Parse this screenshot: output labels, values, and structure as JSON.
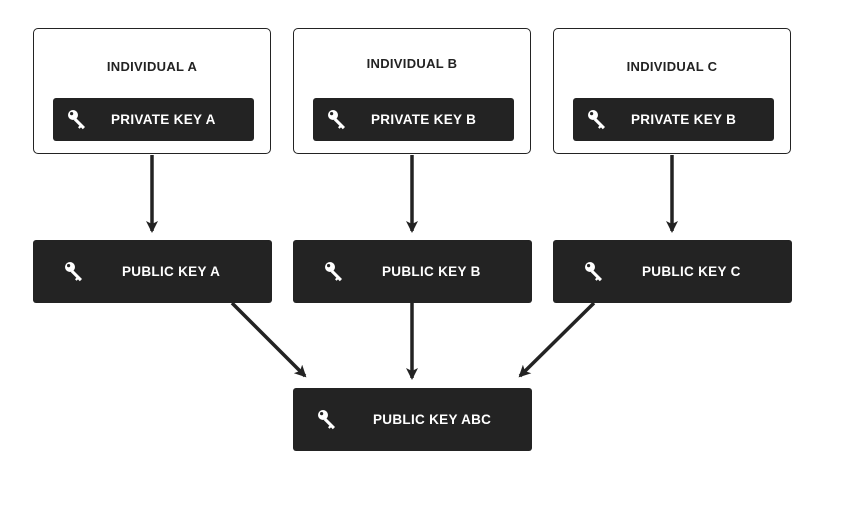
{
  "individuals": [
    {
      "title": "INDIVIDUAL A",
      "private_key": "PRIVATE KEY A"
    },
    {
      "title": "INDIVIDUAL B",
      "private_key": "PRIVATE KEY B"
    },
    {
      "title": "INDIVIDUAL C",
      "private_key": "PRIVATE KEY B"
    }
  ],
  "public_keys": [
    {
      "label": "PUBLIC KEY A"
    },
    {
      "label": "PUBLIC KEY B"
    },
    {
      "label": "PUBLIC KEY C"
    }
  ],
  "combined_key": {
    "label": "PUBLIC KEY ABC"
  },
  "icons": {
    "key": "key-icon"
  },
  "colors": {
    "box": "#232323",
    "text": "#ffffff",
    "border": "#232323",
    "background": "#ffffff"
  }
}
